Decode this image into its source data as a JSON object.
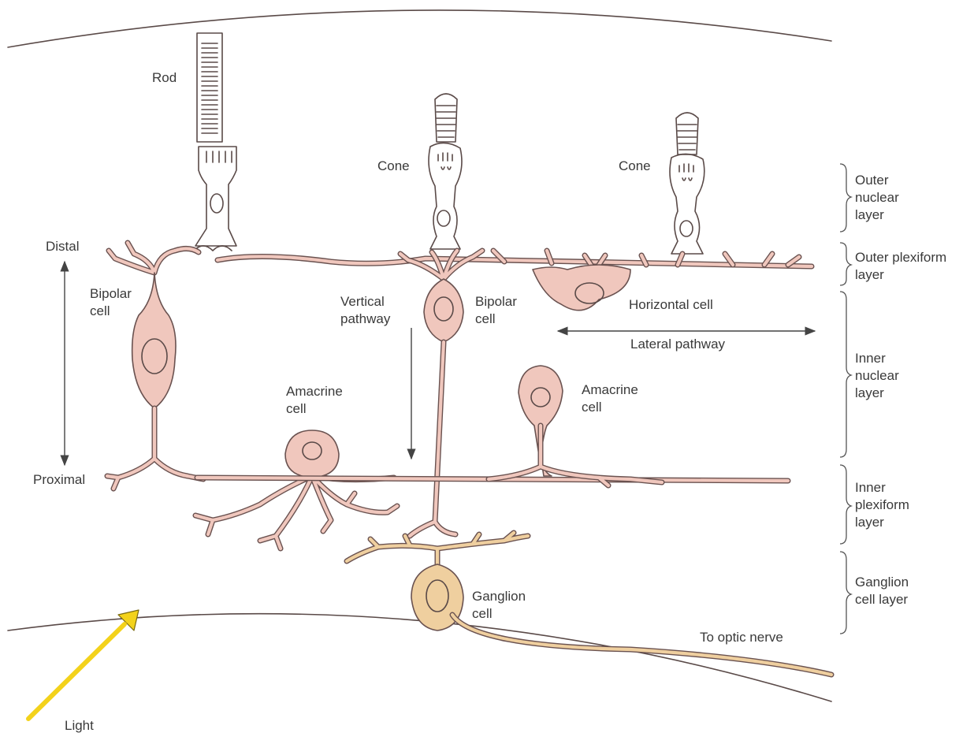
{
  "colors": {
    "cell_fill": "#f0c7bd",
    "ganglion_fill": "#efcf9f",
    "light_arrow": "#f3d21b",
    "outline": "#5a4a48",
    "background": "#ffffff"
  },
  "labels": {
    "rod": "Rod",
    "cone_left": "Cone",
    "cone_right": "Cone",
    "distal": "Distal",
    "proximal": "Proximal",
    "bipolar_left": [
      "Bipolar",
      "cell"
    ],
    "bipolar_center": [
      "Bipolar",
      "cell"
    ],
    "vertical_pathway": [
      "Vertical",
      "pathway"
    ],
    "horizontal_cell": "Horizontal cell",
    "lateral_pathway": "Lateral pathway",
    "amacrine_left": [
      "Amacrine",
      "cell"
    ],
    "amacrine_right": [
      "Amacrine",
      "cell"
    ],
    "ganglion_cell": [
      "Ganglion",
      "cell"
    ],
    "to_optic_nerve": "To optic nerve",
    "light": "Light"
  },
  "layers": [
    {
      "id": "outer-nuclear",
      "lines": [
        "Outer",
        "nuclear",
        "layer"
      ]
    },
    {
      "id": "outer-plexiform",
      "lines": [
        "Outer plexiform",
        "layer"
      ]
    },
    {
      "id": "inner-nuclear",
      "lines": [
        "Inner",
        "nuclear",
        "layer"
      ]
    },
    {
      "id": "inner-plexiform",
      "lines": [
        "Inner",
        "plexiform",
        "layer"
      ]
    },
    {
      "id": "ganglion-cell",
      "lines": [
        "Ganglion",
        "cell layer"
      ]
    }
  ]
}
